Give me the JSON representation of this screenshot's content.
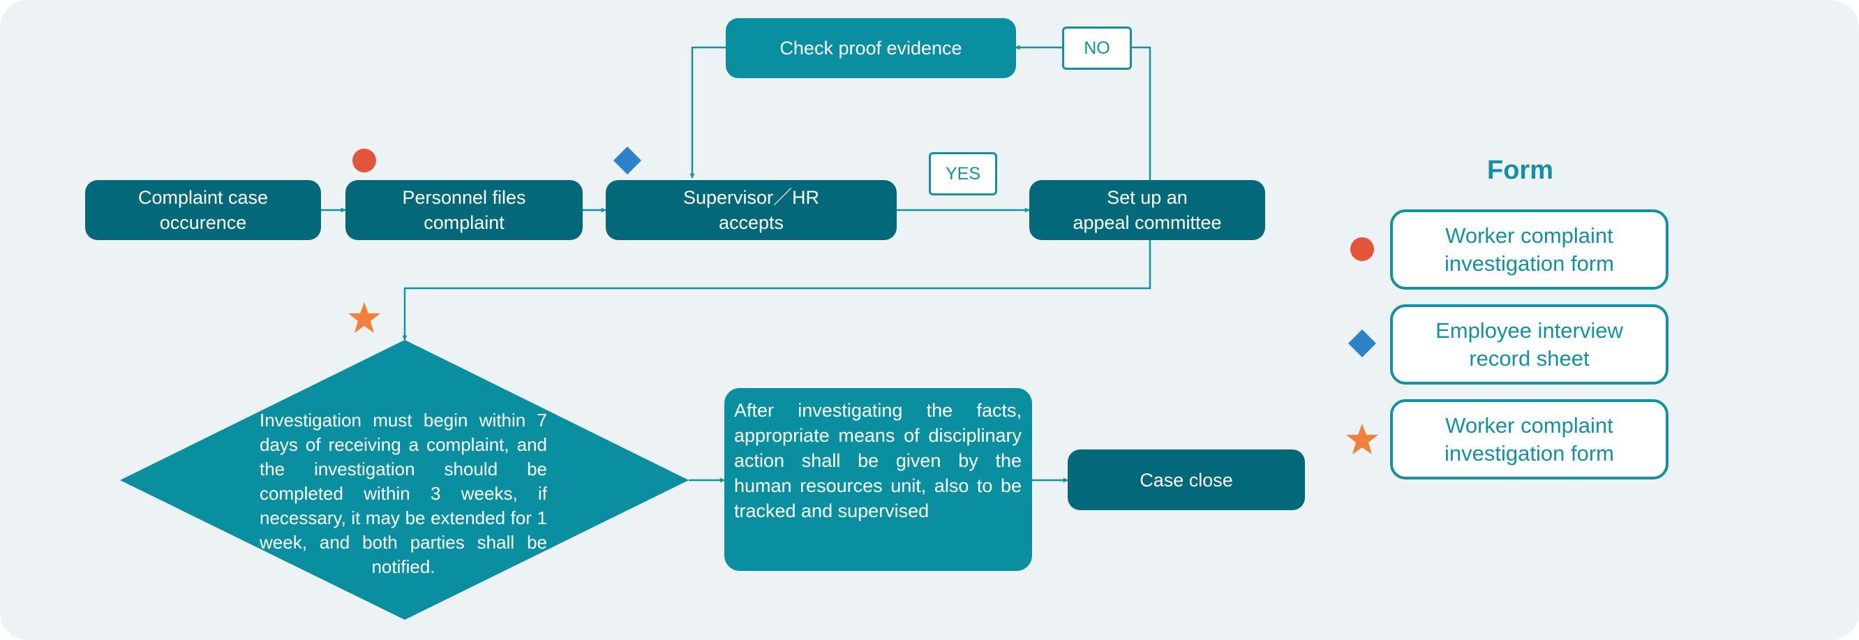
{
  "colors": {
    "background": "#edf2f5",
    "dark_box": "#03697a",
    "teal_box": "#0a8fa1",
    "accent": "#1590a0",
    "circle_marker": "#e4543a",
    "diamond_marker": "#2c82c9",
    "star_marker": "#f0803c"
  },
  "flow": {
    "complaint_case": "Complaint case\noccurence",
    "personnel_files": "Personnel files\ncomplaint",
    "supervisor_accepts": "Supervisor／HR\naccepts",
    "appeal_committee": "Set up an\nappeal committee",
    "check_evidence": "Check proof evidence",
    "no_label": "NO",
    "yes_label": "YES",
    "investigation_rule": "Investigation must begin within 7 days of receiving a complaint, and the investigation should be completed within 3 weeks, if necessary, it may be extended for 1 week, and both parties shall be notified.",
    "disciplinary_action": "After investigating the facts, appropriate means of disciplinary action shall be given by the human resources unit, also to be tracked and supervised",
    "case_close": "Case close"
  },
  "legend": {
    "title": "Form",
    "items": [
      {
        "marker": "circle-icon",
        "label": "Worker complaint\ninvestigation form"
      },
      {
        "marker": "diamond-icon",
        "label": "Employee interview\nrecord sheet"
      },
      {
        "marker": "star-icon",
        "label": "Worker complaint\ninvestigation form"
      }
    ]
  }
}
